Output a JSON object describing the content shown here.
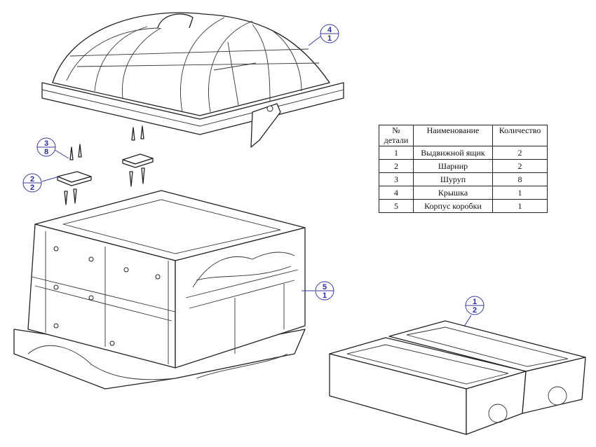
{
  "parts_table": {
    "headers": [
      "№ детали",
      "Наименование",
      "Количество"
    ],
    "rows": [
      {
        "no": "1",
        "name": "Выдвижной ящик",
        "qty": "2"
      },
      {
        "no": "2",
        "name": "Шарнир",
        "qty": "2"
      },
      {
        "no": "3",
        "name": "Шуруп",
        "qty": "8"
      },
      {
        "no": "4",
        "name": "Крышка",
        "qty": "1"
      },
      {
        "no": "5",
        "name": "Корпус коробки",
        "qty": "1"
      }
    ]
  },
  "balloons": [
    {
      "part": "4",
      "qty": "1"
    },
    {
      "part": "3",
      "qty": "8"
    },
    {
      "part": "2",
      "qty": "2"
    },
    {
      "part": "5",
      "qty": "1"
    },
    {
      "part": "1",
      "qty": "2"
    }
  ]
}
